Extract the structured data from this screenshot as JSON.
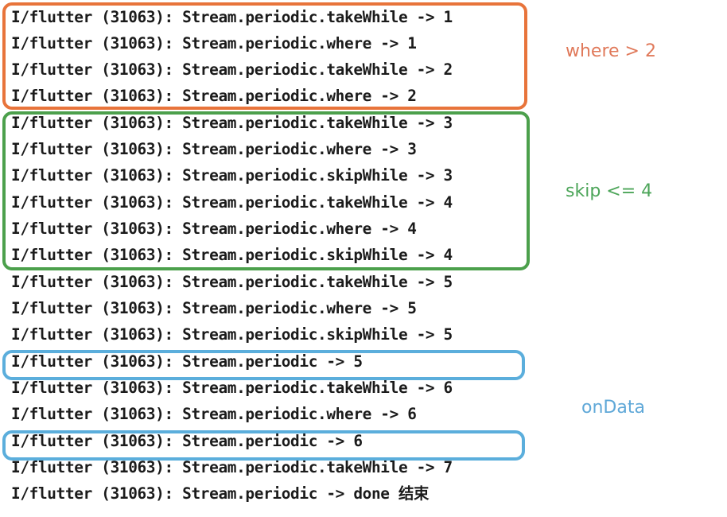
{
  "console": {
    "lines": [
      {
        "text": "I/flutter (31063): Stream.periodic.takeWhile -> 1"
      },
      {
        "text": "I/flutter (31063): Stream.periodic.where -> 1"
      },
      {
        "text": "I/flutter (31063): Stream.periodic.takeWhile -> 2"
      },
      {
        "text": "I/flutter (31063): Stream.periodic.where -> 2"
      },
      {
        "text": "I/flutter (31063): Stream.periodic.takeWhile -> 3"
      },
      {
        "text": "I/flutter (31063): Stream.periodic.where -> 3"
      },
      {
        "text": "I/flutter (31063): Stream.periodic.skipWhile -> 3"
      },
      {
        "text": "I/flutter (31063): Stream.periodic.takeWhile -> 4"
      },
      {
        "text": "I/flutter (31063): Stream.periodic.where -> 4"
      },
      {
        "text": "I/flutter (31063): Stream.periodic.skipWhile -> 4"
      },
      {
        "text": "I/flutter (31063): Stream.periodic.takeWhile -> 5"
      },
      {
        "text": "I/flutter (31063): Stream.periodic.where -> 5"
      },
      {
        "text": "I/flutter (31063): Stream.periodic.skipWhile -> 5"
      },
      {
        "text": "I/flutter (31063): Stream.periodic -> 5"
      },
      {
        "text": "I/flutter (31063): Stream.periodic.takeWhile -> 6"
      },
      {
        "text": "I/flutter (31063): Stream.periodic.where -> 6"
      },
      {
        "text": "I/flutter (31063): Stream.periodic -> 6"
      },
      {
        "text": "I/flutter (31063): Stream.periodic.takeWhile -> 7"
      },
      {
        "text": "I/flutter (31063): Stream.periodic -> done 结束"
      }
    ]
  },
  "annotations": {
    "where": {
      "label": "where > 2",
      "color": "#e8743b",
      "label_color": "#e0795a"
    },
    "skip": {
      "label": "skip <= 4",
      "color": "#4ca04c",
      "label_color": "#4ca559"
    },
    "ondata": {
      "label": "onData",
      "color": "#5baedc",
      "label_color": "#5fa8d8"
    }
  }
}
